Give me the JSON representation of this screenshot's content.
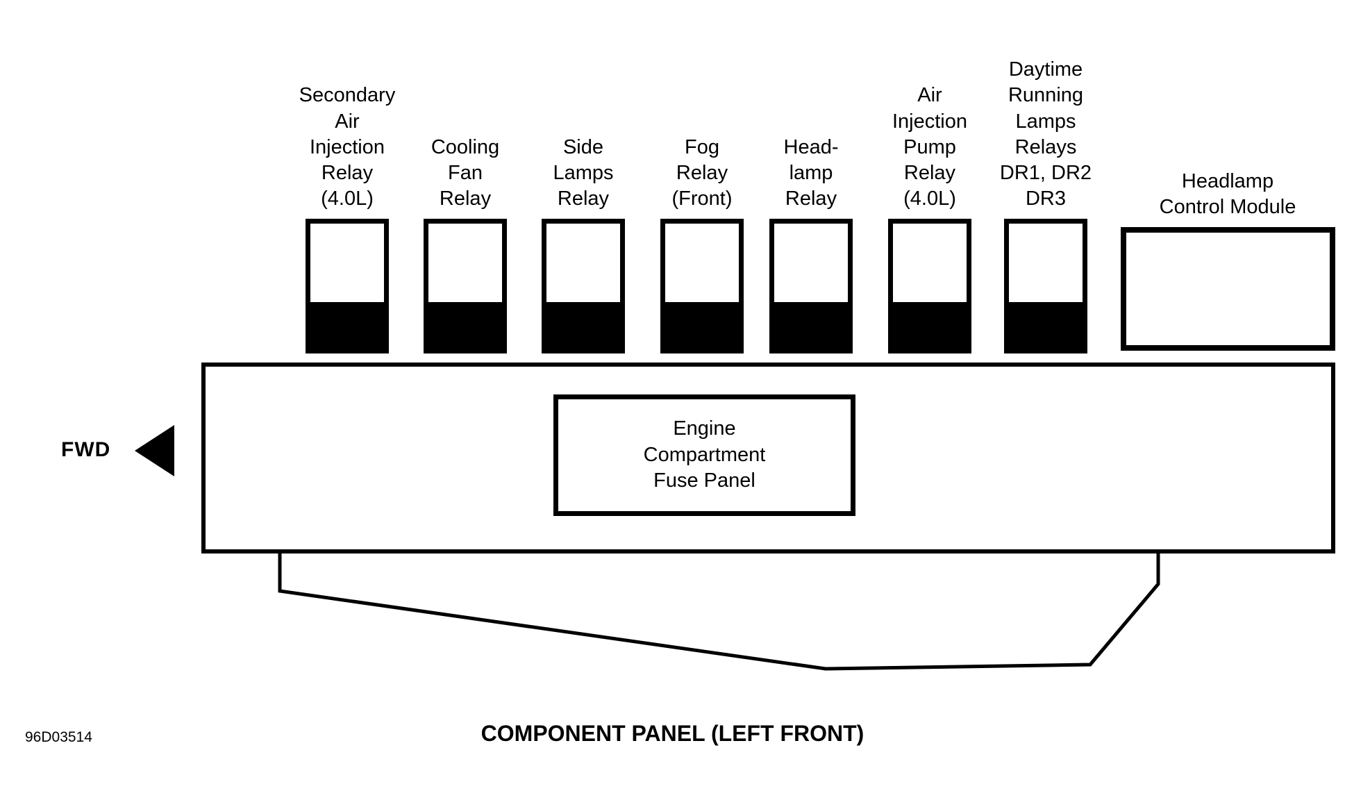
{
  "diagram": {
    "doc_number": "96D03514",
    "caption": "COMPONENT PANEL (LEFT FRONT)",
    "fwd_label": "FWD",
    "fuse_panel_label": "Engine\nCompartment\nFuse Panel",
    "colors": {
      "ink": "#000000",
      "paper": "#ffffff"
    },
    "components": [
      {
        "id": "secondary-air-injection-relay",
        "type": "relay",
        "label": "Secondary\nAir\nInjection\nRelay\n(4.0L)"
      },
      {
        "id": "cooling-fan-relay",
        "type": "relay",
        "label": "Cooling\nFan\nRelay"
      },
      {
        "id": "side-lamps-relay",
        "type": "relay",
        "label": "Side\nLamps\nRelay"
      },
      {
        "id": "fog-relay-front",
        "type": "relay",
        "label": "Fog\nRelay\n(Front)"
      },
      {
        "id": "headlamp-relay",
        "type": "relay",
        "label": "Head-\nlamp\nRelay"
      },
      {
        "id": "air-injection-pump-relay",
        "type": "relay",
        "label": "Air\nInjection\nPump\nRelay\n(4.0L)"
      },
      {
        "id": "daytime-running-lamps-relays",
        "type": "relay",
        "label": "Daytime\nRunning\nLamps\nRelays\nDR1, DR2\nDR3"
      },
      {
        "id": "headlamp-control-module",
        "type": "module",
        "label": "Headlamp\nControl Module"
      }
    ]
  }
}
